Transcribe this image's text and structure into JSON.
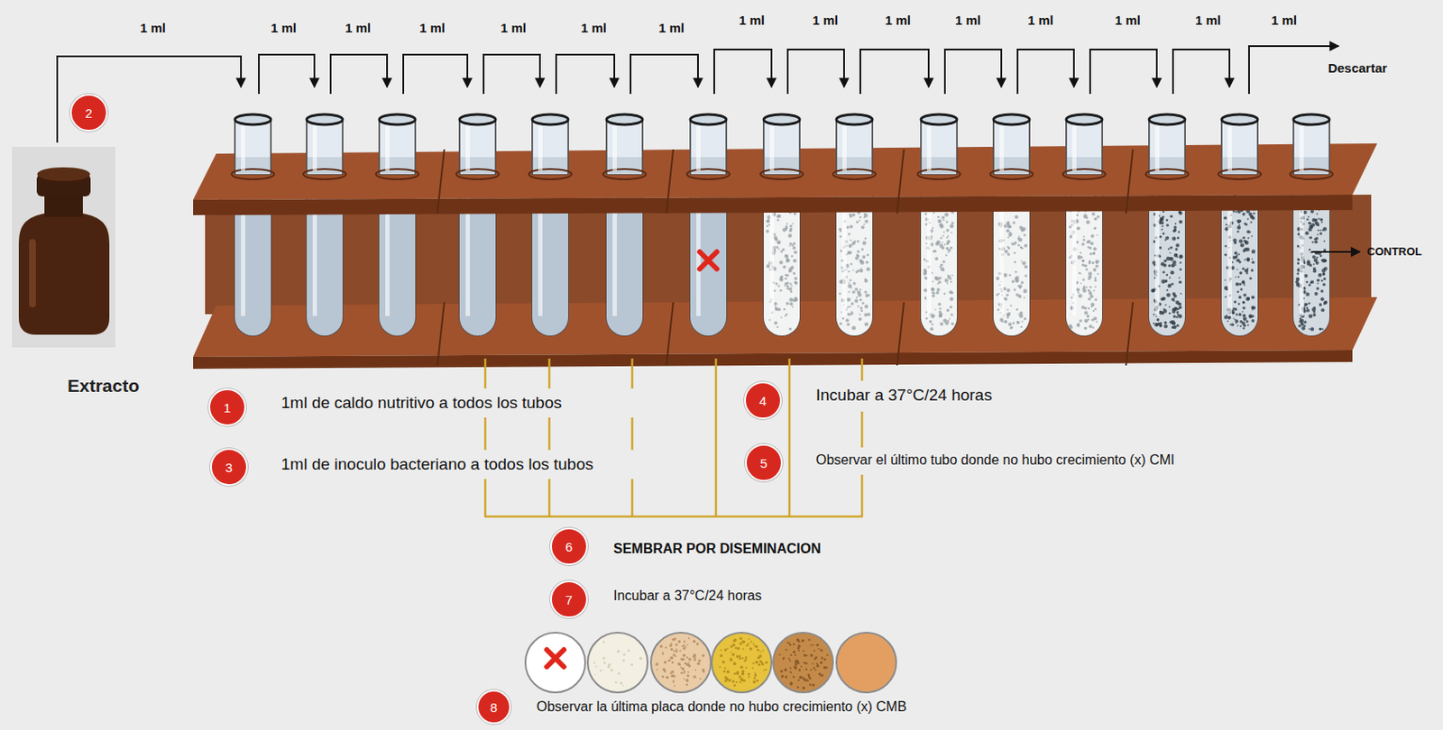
{
  "diagram": {
    "nodes": [
      {
        "text": [
          "2"
        ]
      },
      {
        "text": [
          "1"
        ]
      },
      {
        "text": [
          "4"
        ]
      },
      {
        "text": [
          "3"
        ]
      },
      {
        "text": [
          "5"
        ]
      },
      {
        "text": [
          "6"
        ]
      },
      {
        "text": [
          "7"
        ]
      },
      {
        "text": [
          "8"
        ]
      }
    ],
    "labels": [
      "1 ml",
      "1 ml",
      "1 ml",
      "1 ml",
      "1 ml",
      "1 ml",
      "1 ml",
      "1 ml",
      "1 ml",
      "1 ml",
      "1 ml",
      "1 ml",
      "1 ml",
      "1 ml",
      "1 ml",
      "Descartar",
      "Extracto",
      "CONTROL",
      "1ml de caldo nutritivo a todos los tubos",
      "1ml de inoculo bacteriano a todos los tubos",
      "Incubar a 37°C/24 horas",
      "Observar el último tubo donde no hubo crecimiento (x) CMI",
      "SEMBRAR POR DISEMINACION",
      "Incubar a 37°C/24 horas",
      "Observar la última placa donde no hubo crecimiento (x) CMB"
    ]
  }
}
